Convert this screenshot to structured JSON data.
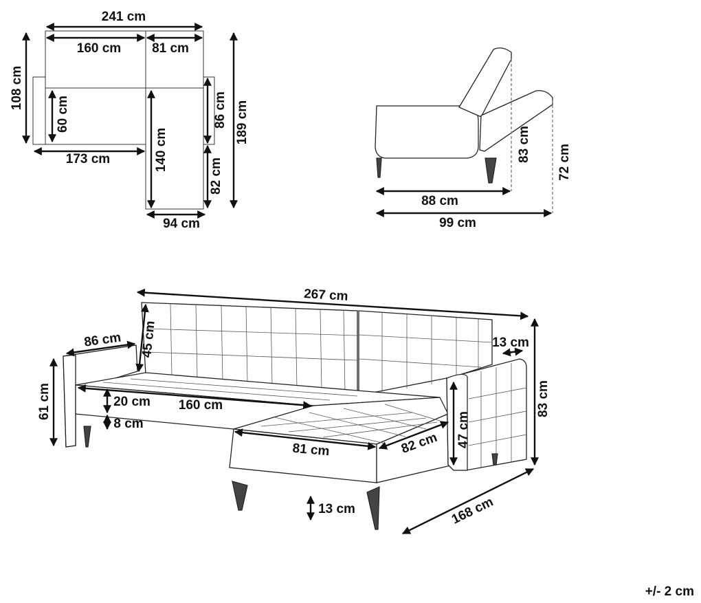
{
  "plan": {
    "width_total": "241 cm",
    "width_sofa": "160 cm",
    "width_chaise": "81 cm",
    "depth_sofa": "108 cm",
    "seat_depth": "60 cm",
    "width_inner": "173 cm",
    "chaise_length": "140 cm",
    "chaise_width": "94 cm",
    "arm_depth": "86 cm",
    "chaise_tail": "82 cm",
    "total_depth": "189 cm"
  },
  "side": {
    "depth_upright": "88 cm",
    "depth_reclined": "99 cm",
    "height_upright": "83 cm",
    "height_reclined": "72 cm"
  },
  "main": {
    "total_width": "267 cm",
    "arm_length": "86 cm",
    "back_height": "45 cm",
    "arm_width": "13 cm",
    "arm_height": "61 cm",
    "seat_width": "160 cm",
    "seat_thickness": "20 cm",
    "base_height": "8 cm",
    "chaise_width": "81 cm",
    "chaise_depth": "82 cm",
    "arm_inner_height": "47 cm",
    "total_height": "83 cm",
    "leg_height": "13 cm",
    "total_depth": "168 cm"
  },
  "tolerance": "+/- 2 cm"
}
